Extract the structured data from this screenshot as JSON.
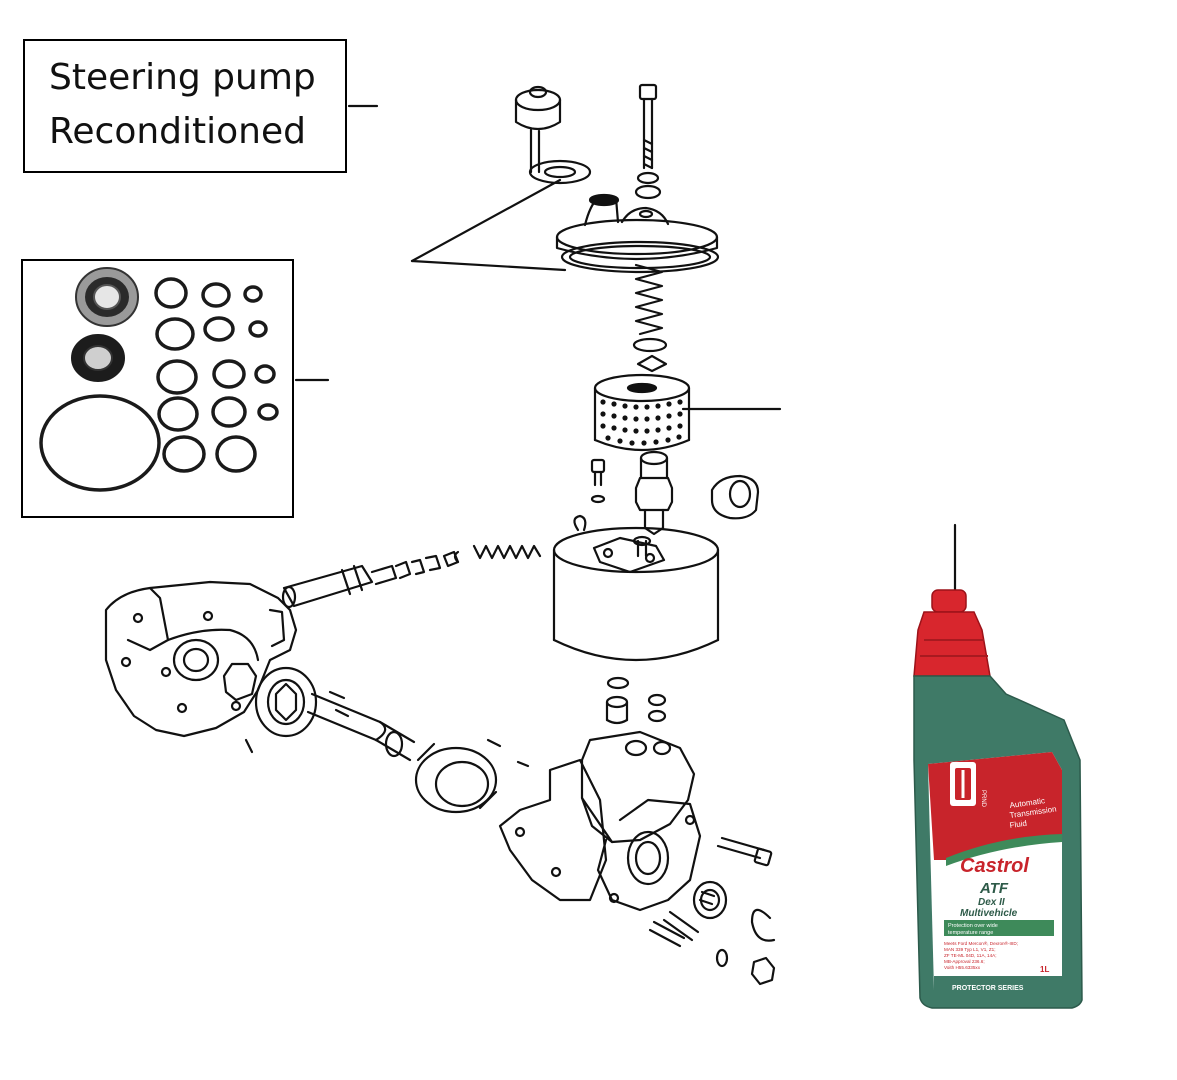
{
  "label": {
    "line1": "Steering pump",
    "line2": "Reconditioned"
  },
  "bottle": {
    "title_line1": "Automatic",
    "title_line2": "Transmission",
    "title_line3": "Fluid",
    "brand": "Castrol",
    "product": "ATF",
    "spec_line1": "Dex II",
    "spec_line2": "Multivehicle",
    "tagline_line1": "Protection over wide",
    "tagline_line2": "temperature range",
    "approvals_line1": "Meets Ford Mercon®, Dexron®-IIID;",
    "approvals_line2": "MAN 339 Typ L1, V1, Z1;",
    "approvals_line3": "ZF TE-ML 04D, 11A, 14A;",
    "approvals_line4": "MB-Approval 236.6;",
    "approvals_line5": "Voith H55.6335xx",
    "volume": "1L",
    "series": "PROTECTOR SERIES",
    "gear_letters": "PRND",
    "colors": {
      "cap": "#d8262d",
      "body": "#3f7a67",
      "label_red": "#c8242b",
      "label_white": "#ffffff"
    }
  }
}
